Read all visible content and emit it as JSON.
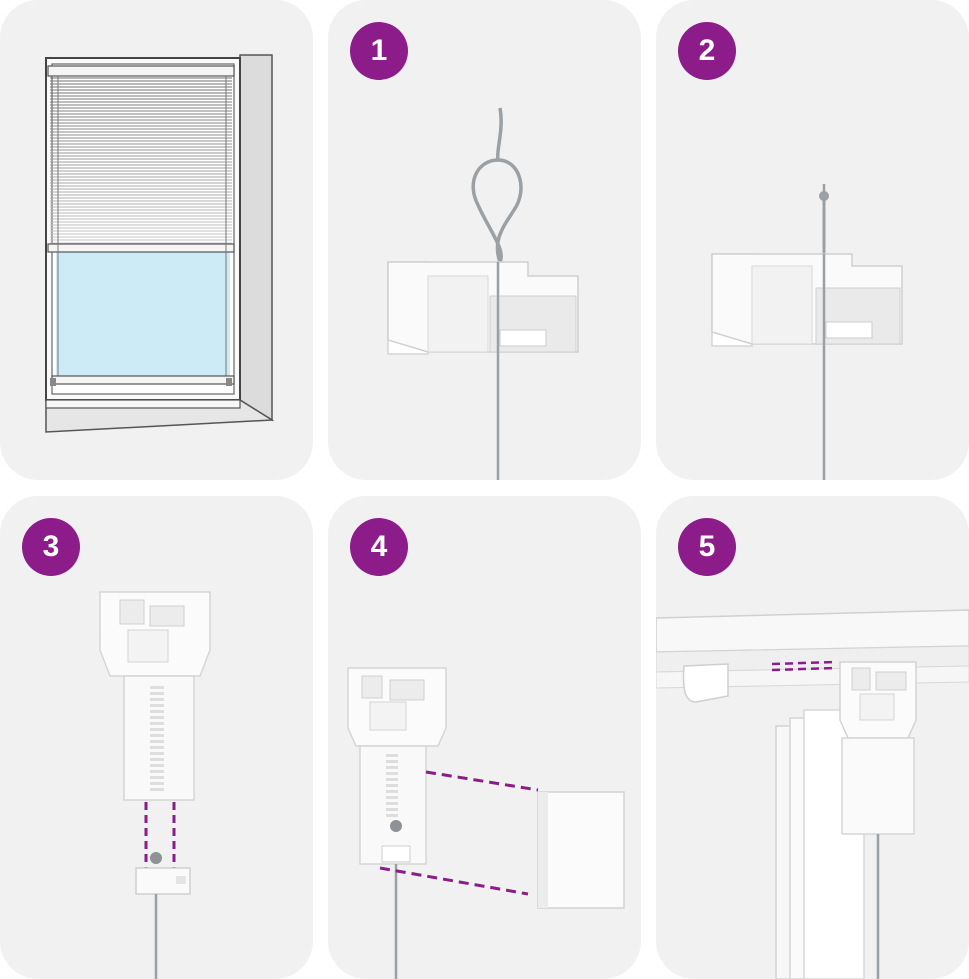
{
  "colors": {
    "badge": "#8c1c8a",
    "panel": "#f1f1f1",
    "cord": "#9aa0a4",
    "dash": "#8c1c8a",
    "glass": "#cdeaf7"
  },
  "steps": [
    {
      "number": "1"
    },
    {
      "number": "2"
    },
    {
      "number": "3"
    },
    {
      "number": "4"
    },
    {
      "number": "5"
    }
  ]
}
